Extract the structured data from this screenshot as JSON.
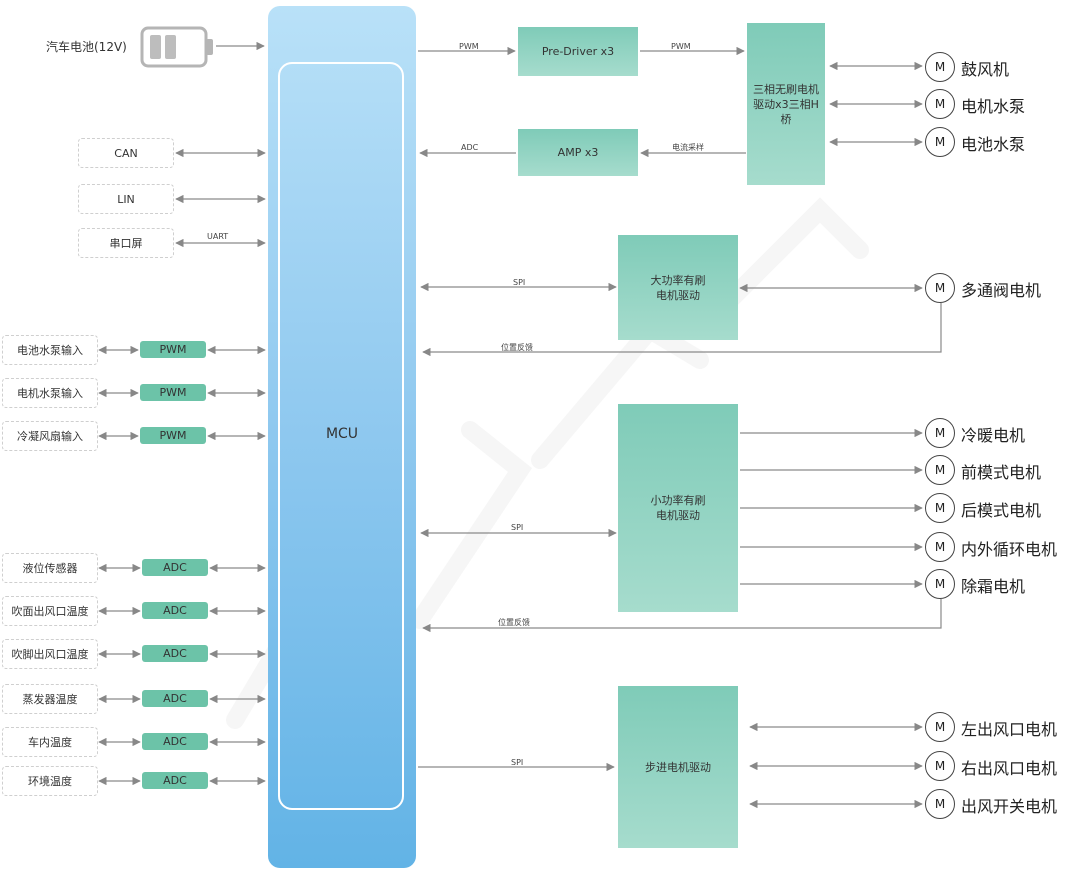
{
  "battery": {
    "label": "汽车电池(12V)"
  },
  "mcu": {
    "label": "MCU"
  },
  "left_bus": [
    {
      "label": "CAN"
    },
    {
      "label": "LIN"
    },
    {
      "label": "串口屏",
      "signal": "UART"
    }
  ],
  "pwm_inputs": [
    {
      "label": "电池水泵输入",
      "type": "PWM"
    },
    {
      "label": "电机水泵输入",
      "type": "PWM"
    },
    {
      "label": "冷凝风扇输入",
      "type": "PWM"
    }
  ],
  "adc_inputs": [
    {
      "label": "液位传感器",
      "type": "ADC"
    },
    {
      "label": "吹面出风口温度",
      "type": "ADC"
    },
    {
      "label": "吹脚出风口温度",
      "type": "ADC"
    },
    {
      "label": "蒸发器温度",
      "type": "ADC"
    },
    {
      "label": "车内温度",
      "type": "ADC"
    },
    {
      "label": "环境温度",
      "type": "ADC"
    }
  ],
  "blocks": {
    "predriver": "Pre-Driver x3",
    "amp": "AMP x3",
    "bldc": "三相无刷电机驱动x3三相H桥",
    "big": "大功率有刷电机驱动",
    "small": "小功率有刷电机驱动",
    "stepper": "步进电机驱动"
  },
  "signals": {
    "pwm1": "PWM",
    "pwm2": "PWM",
    "adc": "ADC",
    "current": "电流采样",
    "spi1": "SPI",
    "pos1": "位置反馈",
    "spi2": "SPI",
    "pos2": "位置反馈",
    "spi3": "SPI"
  },
  "motor_symbol": "M",
  "motors": {
    "bldc": [
      "鼓风机",
      "电机水泵",
      "电池水泵"
    ],
    "big": [
      "多通阀电机"
    ],
    "small": [
      "冷暖电机",
      "前模式电机",
      "后模式电机",
      "内外循环电机",
      "除霜电机"
    ],
    "stepper": [
      "左出风口电机",
      "右出风口电机",
      "出风开关电机"
    ]
  }
}
